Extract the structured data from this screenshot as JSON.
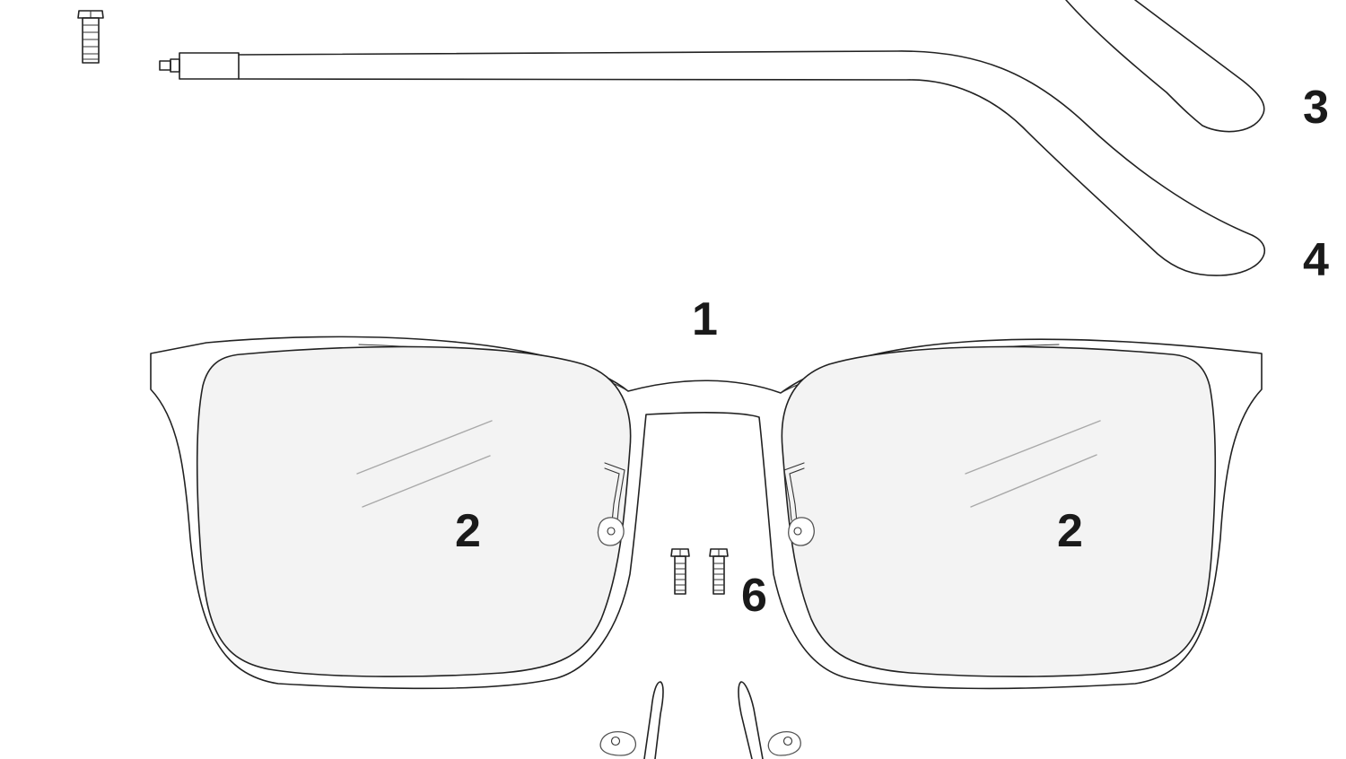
{
  "diagram": {
    "callouts": {
      "frame": "1",
      "lens_left": "2",
      "lens_right": "2",
      "temple_upper": "3",
      "temple_lower": "4",
      "screws": "6"
    },
    "colors": {
      "stroke": "#222222",
      "lens_fill": "#f3f3f3",
      "glare": "#a9a9a9",
      "label": "#1a1a1a"
    }
  }
}
